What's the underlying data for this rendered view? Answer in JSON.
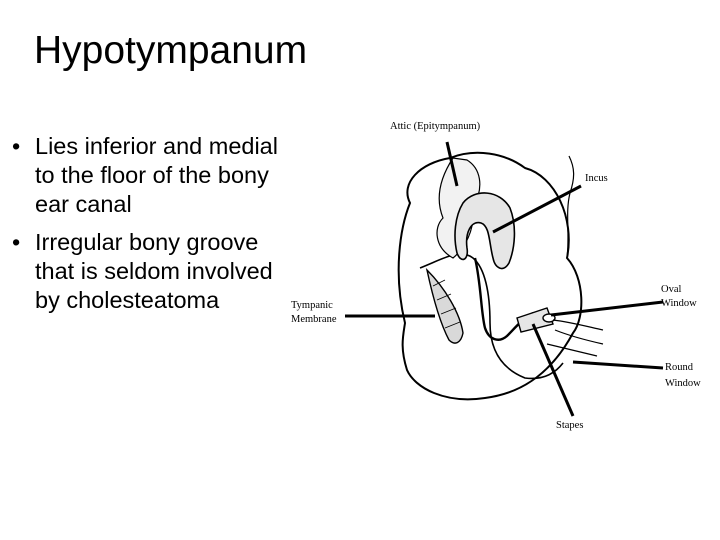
{
  "slide": {
    "title": "Hypotympanum",
    "bullets": [
      {
        "marker": "•",
        "text": "Lies inferior and medial to the floor of the bony ear canal"
      },
      {
        "marker": "•",
        "text": "Irregular bony groove that is seldom involved by cholesteatoma"
      }
    ]
  },
  "diagram": {
    "labels": {
      "attic": "Attic (Epitympanum)",
      "incus": "Incus",
      "oval_line1": "Oval",
      "oval_line2": "Window",
      "tympanic_line1": "Tympanic",
      "tympanic_line2": "Membrane",
      "round_line1": "Round",
      "round_line2": "Window",
      "stapes": "Stapes"
    }
  }
}
